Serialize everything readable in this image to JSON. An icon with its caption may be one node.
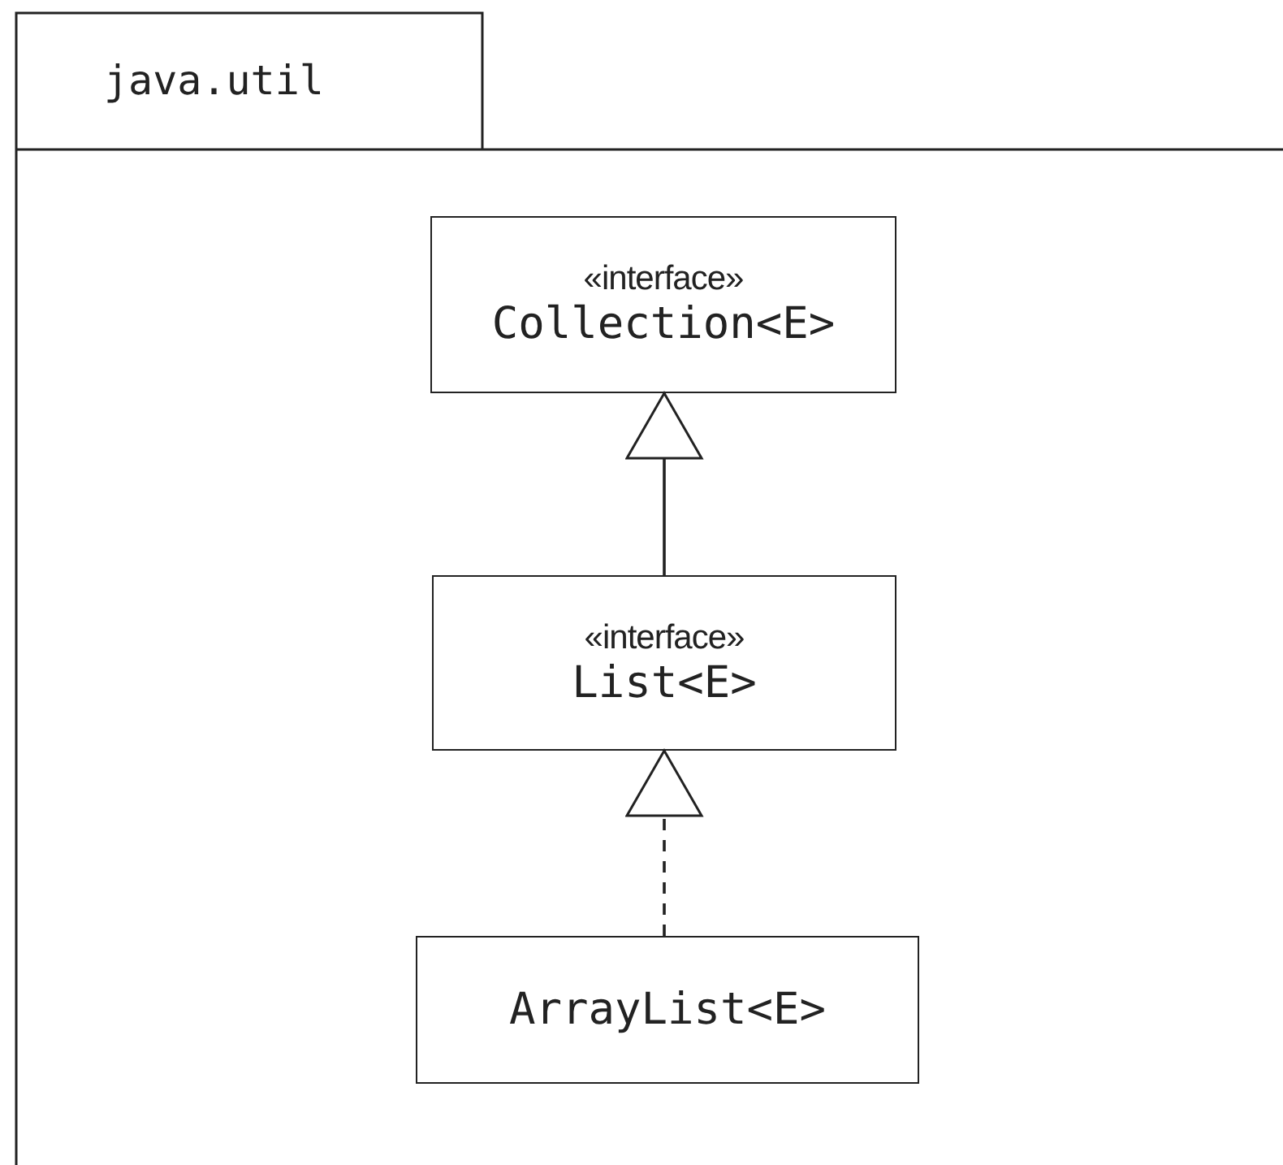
{
  "diagram": {
    "nodes": [
      {
        "text": [
          "java.util"
        ]
      },
      {
        "text": [
          "«interface»",
          "Collection<E>"
        ],
        "in": 0
      },
      {
        "text": [
          "«interface»",
          "List<E>"
        ],
        "in": 0
      },
      {
        "text": [
          "ArrayList<E>"
        ],
        "in": 0
      }
    ],
    "edges": [
      {
        "from": 2,
        "to": 1,
        "arrow": "to"
      },
      {
        "from": 3,
        "to": 2,
        "arrow": "to",
        "style": "dashed"
      }
    ]
  }
}
